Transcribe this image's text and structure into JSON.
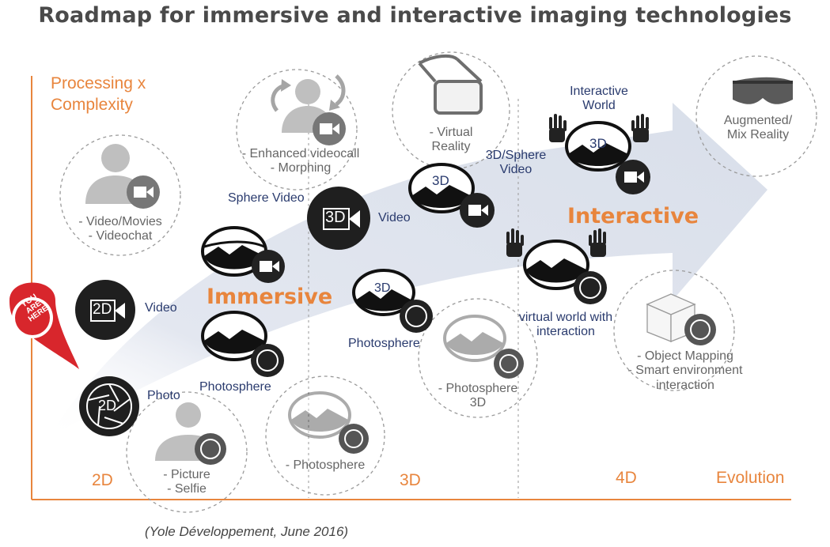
{
  "title": "Roadmap for immersive and interactive imaging technologies",
  "axes": {
    "y_label_line1": "Processing x",
    "y_label_line2": "Complexity",
    "x_stages": [
      "2D",
      "3D",
      "4D"
    ],
    "x_end_label": "Evolution"
  },
  "pin": {
    "line1": "YOU",
    "line2": "ARE",
    "line3": "HERE"
  },
  "phases": {
    "immersive": "Immersive",
    "interactive": "Interactive"
  },
  "bubbles": {
    "videochat": [
      "- Video/Movies",
      "- Videochat"
    ],
    "enhanced": [
      "- Enhanced videocall",
      "- Morphing"
    ],
    "vr": [
      "- Virtual",
      "Reality"
    ],
    "ar": [
      "Augmented/",
      "Mix Reality"
    ],
    "picture": [
      "- Picture",
      "- Selfie"
    ],
    "photosphere": [
      "- Photosphere"
    ],
    "photosphere3d": [
      "- Photosphere",
      "3D"
    ],
    "objectmapping": [
      "- Object Mapping",
      "- Smart environment",
      "interaction"
    ]
  },
  "labels": {
    "photo": "Photo",
    "video2d": "Video",
    "photosphere": "Photosphere",
    "sphere_video": "Sphere Video",
    "video3d": "Video",
    "photosphere3d": "Photosphere",
    "sphere3d_video_line1": "3D/Sphere",
    "sphere3d_video_line2": "Video",
    "interactive_world_line1": "Interactive",
    "interactive_world_line2": "World",
    "vw_line1": "virtual world with",
    "vw_line2": "interaction"
  },
  "icon_text": {
    "two_d": "2D",
    "three_d": "3D"
  },
  "source": "(Yole Développement, June 2016)",
  "colors": {
    "accent": "#e8853d",
    "navy": "#2a3b6e",
    "arrow": "#dfe3ec",
    "icon": "#1a1a1a",
    "faded": "#bdbdbd"
  }
}
